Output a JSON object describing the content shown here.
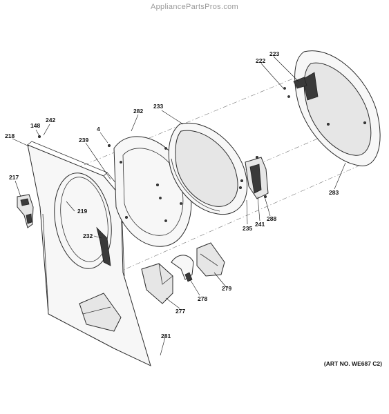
{
  "watermark": "AppliancePartsPros.com",
  "art_number": "(ART NO. WE687 C2)",
  "callouts": [
    {
      "id": "218",
      "label": "218"
    },
    {
      "id": "148",
      "label": "148"
    },
    {
      "id": "242",
      "label": "242"
    },
    {
      "id": "217",
      "label": "217"
    },
    {
      "id": "219",
      "label": "219"
    },
    {
      "id": "232",
      "label": "232"
    },
    {
      "id": "239",
      "label": "239"
    },
    {
      "id": "4",
      "label": "4"
    },
    {
      "id": "282",
      "label": "282"
    },
    {
      "id": "233",
      "label": "233"
    },
    {
      "id": "222",
      "label": "222"
    },
    {
      "id": "223",
      "label": "223"
    },
    {
      "id": "283",
      "label": "283"
    },
    {
      "id": "235",
      "label": "235"
    },
    {
      "id": "241",
      "label": "241"
    },
    {
      "id": "288",
      "label": "288"
    },
    {
      "id": "279",
      "label": "279"
    },
    {
      "id": "278",
      "label": "278"
    },
    {
      "id": "277",
      "label": "277"
    },
    {
      "id": "281",
      "label": "281"
    }
  ]
}
